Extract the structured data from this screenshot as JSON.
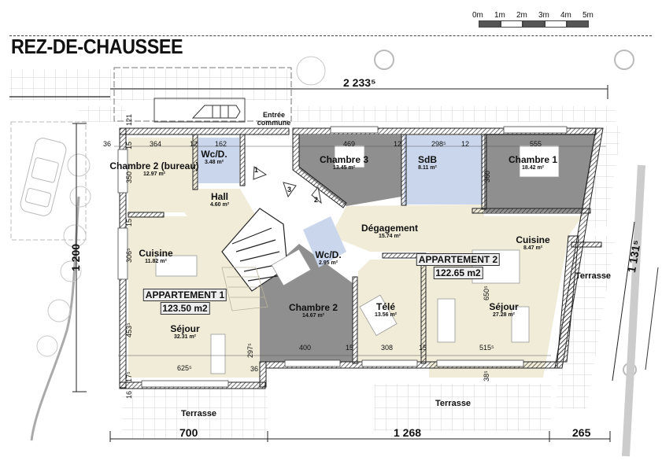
{
  "plan": {
    "title": "REZ-DE-CHAUSSEE",
    "scale_bar": {
      "labels": [
        "0m",
        "1m",
        "2m",
        "3m",
        "4m",
        "5m"
      ],
      "colors": [
        "#555555",
        "#ffffff",
        "#555555",
        "#ffffff",
        "#555555"
      ]
    },
    "entrance_label_1": "Entrée",
    "entrance_label_2": "commune",
    "stair_markers": [
      "1",
      "2",
      "3"
    ]
  },
  "apartments": [
    {
      "label": "APPARTEMENT 1",
      "area": "123.50 m2"
    },
    {
      "label": "APPARTEMENT 2",
      "area": "122.65 m2"
    }
  ],
  "rooms": {
    "chambre2_bureau": {
      "name": "Chambre 2 (bureau)",
      "area": "12.97 m²"
    },
    "wc1": {
      "name": "Wc/D.",
      "area": "3.48 m²"
    },
    "hall": {
      "name": "Hall",
      "area": "4.60 m²"
    },
    "chambre3": {
      "name": "Chambre 3",
      "area": "13.45 m²"
    },
    "sdb": {
      "name": "SdB",
      "area": "8.11 m²"
    },
    "chambre1": {
      "name": "Chambre 1",
      "area": "18.42 m²"
    },
    "cuisine1": {
      "name": "Cuisine",
      "area": "11.82 m²"
    },
    "degagement": {
      "name": "Dégagement",
      "area": "15.74 m²"
    },
    "cuisine2": {
      "name": "Cuisine",
      "area": "8.47 m²"
    },
    "wc2": {
      "name": "Wc/D.",
      "area": "2.95 m²"
    },
    "sejour1": {
      "name": "Séjour",
      "area": "32.31 m²"
    },
    "chambre2": {
      "name": "Chambre 2",
      "area": "14.67 m²"
    },
    "tele": {
      "name": "Télé",
      "area": "13.56 m²"
    },
    "sejour2": {
      "name": "Séjour",
      "area": "27.28 m²"
    }
  },
  "terraces": [
    "Terrasse",
    "Terrasse",
    "Terrasse"
  ],
  "dimensions": {
    "overall_top": "2 233⁵",
    "overall_left": "1 200",
    "overall_right": "1 131⁵",
    "bottom_left": "700",
    "bottom_mid": "1 268",
    "bottom_right": "265",
    "d364": "364",
    "d12a": "12",
    "d162": "162",
    "d36a": "36",
    "d15a": "15",
    "d121": "121",
    "d350": "350",
    "d469": "469",
    "d12b": "12",
    "d298": "298⁵",
    "d12c": "12",
    "d555": "555",
    "d360": "360",
    "d306": "306⁵",
    "d15b": "15",
    "d453": "453⁵",
    "d625": "625⁵",
    "d297": "297⁵",
    "d36b": "36",
    "d17": "17⁵",
    "d16": "16",
    "d400": "400",
    "d15c": "15",
    "d308": "308",
    "d15d": "15",
    "d515": "515⁵",
    "d650": "650⁵",
    "d38": "38⁵"
  },
  "colors": {
    "living": "#f0ecd8",
    "bedroom": "#8f8f8f",
    "wet": "#c9d6ec",
    "wall": "#333333",
    "grid": "#d8d8d8"
  }
}
